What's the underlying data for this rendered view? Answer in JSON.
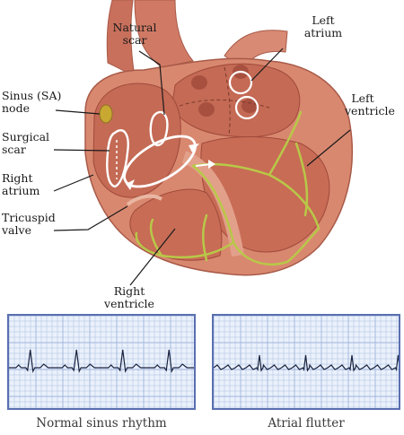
{
  "labels": {
    "natural_scar": [
      "Natural",
      "scar"
    ],
    "left_atrium": [
      "Left",
      "atrium"
    ],
    "sinus_node": [
      "Sinus (SA)",
      "node"
    ],
    "left_ventricle": [
      "Left",
      "ventricle"
    ],
    "surgical_scar": [
      "Surgical",
      "scar"
    ],
    "right_atrium": [
      "Right",
      "atrium"
    ],
    "tricuspid_valve": [
      "Tricuspid",
      "valve"
    ],
    "right_ventricle": [
      "Right",
      "ventricle"
    ]
  },
  "ecg": {
    "normal": {
      "caption": "Normal sinus rhythm",
      "rhythm": "sinus",
      "beats": 4
    },
    "flutter": {
      "caption": "Atrial flutter",
      "rhythm": "flutter",
      "beats": 4
    }
  },
  "colors": {
    "heart_outer": "#d98870",
    "heart_inner": "#e8a890",
    "chamber_dark": "#c46a55",
    "conduction": "#b8c848",
    "sa_node": "#c9a832",
    "ecg_grid": "#9fb4dc",
    "ecg_trace": "#1a2440",
    "ecg_border": "#5a6fb0"
  }
}
